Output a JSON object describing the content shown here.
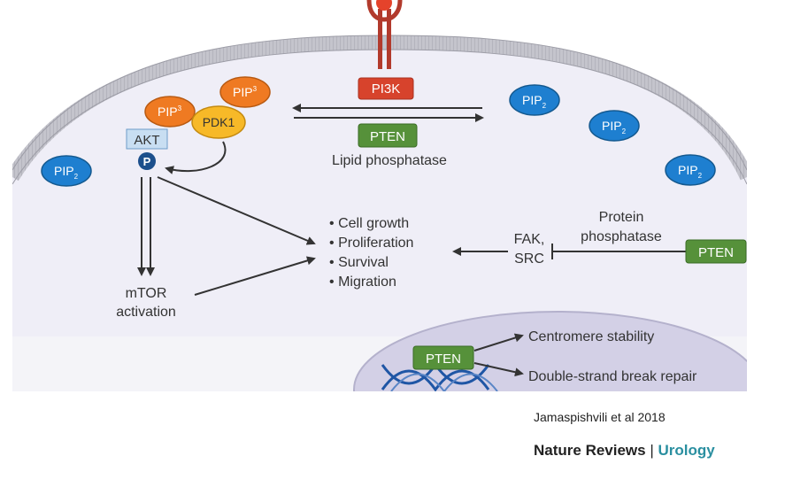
{
  "colors": {
    "membrane": "#b9b9c2",
    "cytoplasm": "#ecebf5",
    "nucleus": "#d0cee3",
    "pip_blue": "#1e7fd0",
    "pip3_orange": "#ef7a22",
    "pdk1_yellow": "#f7b928",
    "pi3k_red": "#d7432c",
    "pten_green": "#56913a",
    "akt_box": "#c8def2",
    "p_circle": "#1c4f8c",
    "dna_blue": "#1f56a5",
    "urology_teal": "#2a8fa0"
  },
  "membrane": {
    "pi3k_label": "PI3K",
    "pten_label": "PTEN",
    "lipid_phosphatase_label": "Lipid phosphatase",
    "pip_label": "PIP",
    "pip2_sub": "2",
    "pip3_sub": "3",
    "pdk1_label": "PDK1",
    "akt_label": "AKT",
    "p_label": "P"
  },
  "outcomes": {
    "items": [
      "Cell growth",
      "Proliferation",
      "Survival",
      "Migration"
    ],
    "bullet": "•"
  },
  "mtor": {
    "line1": "mTOR",
    "line2": "activation"
  },
  "protein_phosphatase": {
    "fak_line1": "FAK,",
    "fak_line2": "SRC",
    "label_line1": "Protein",
    "label_line2": "phosphatase",
    "pten_label": "PTEN"
  },
  "nucleus": {
    "pten_label": "PTEN",
    "centromere": "Centromere stability",
    "dsb_repair": "Double-strand break repair"
  },
  "credit": {
    "citation": "Jamaspishvili et al 2018",
    "journal": "Nature Reviews",
    "separator": "|",
    "field": "Urology"
  }
}
